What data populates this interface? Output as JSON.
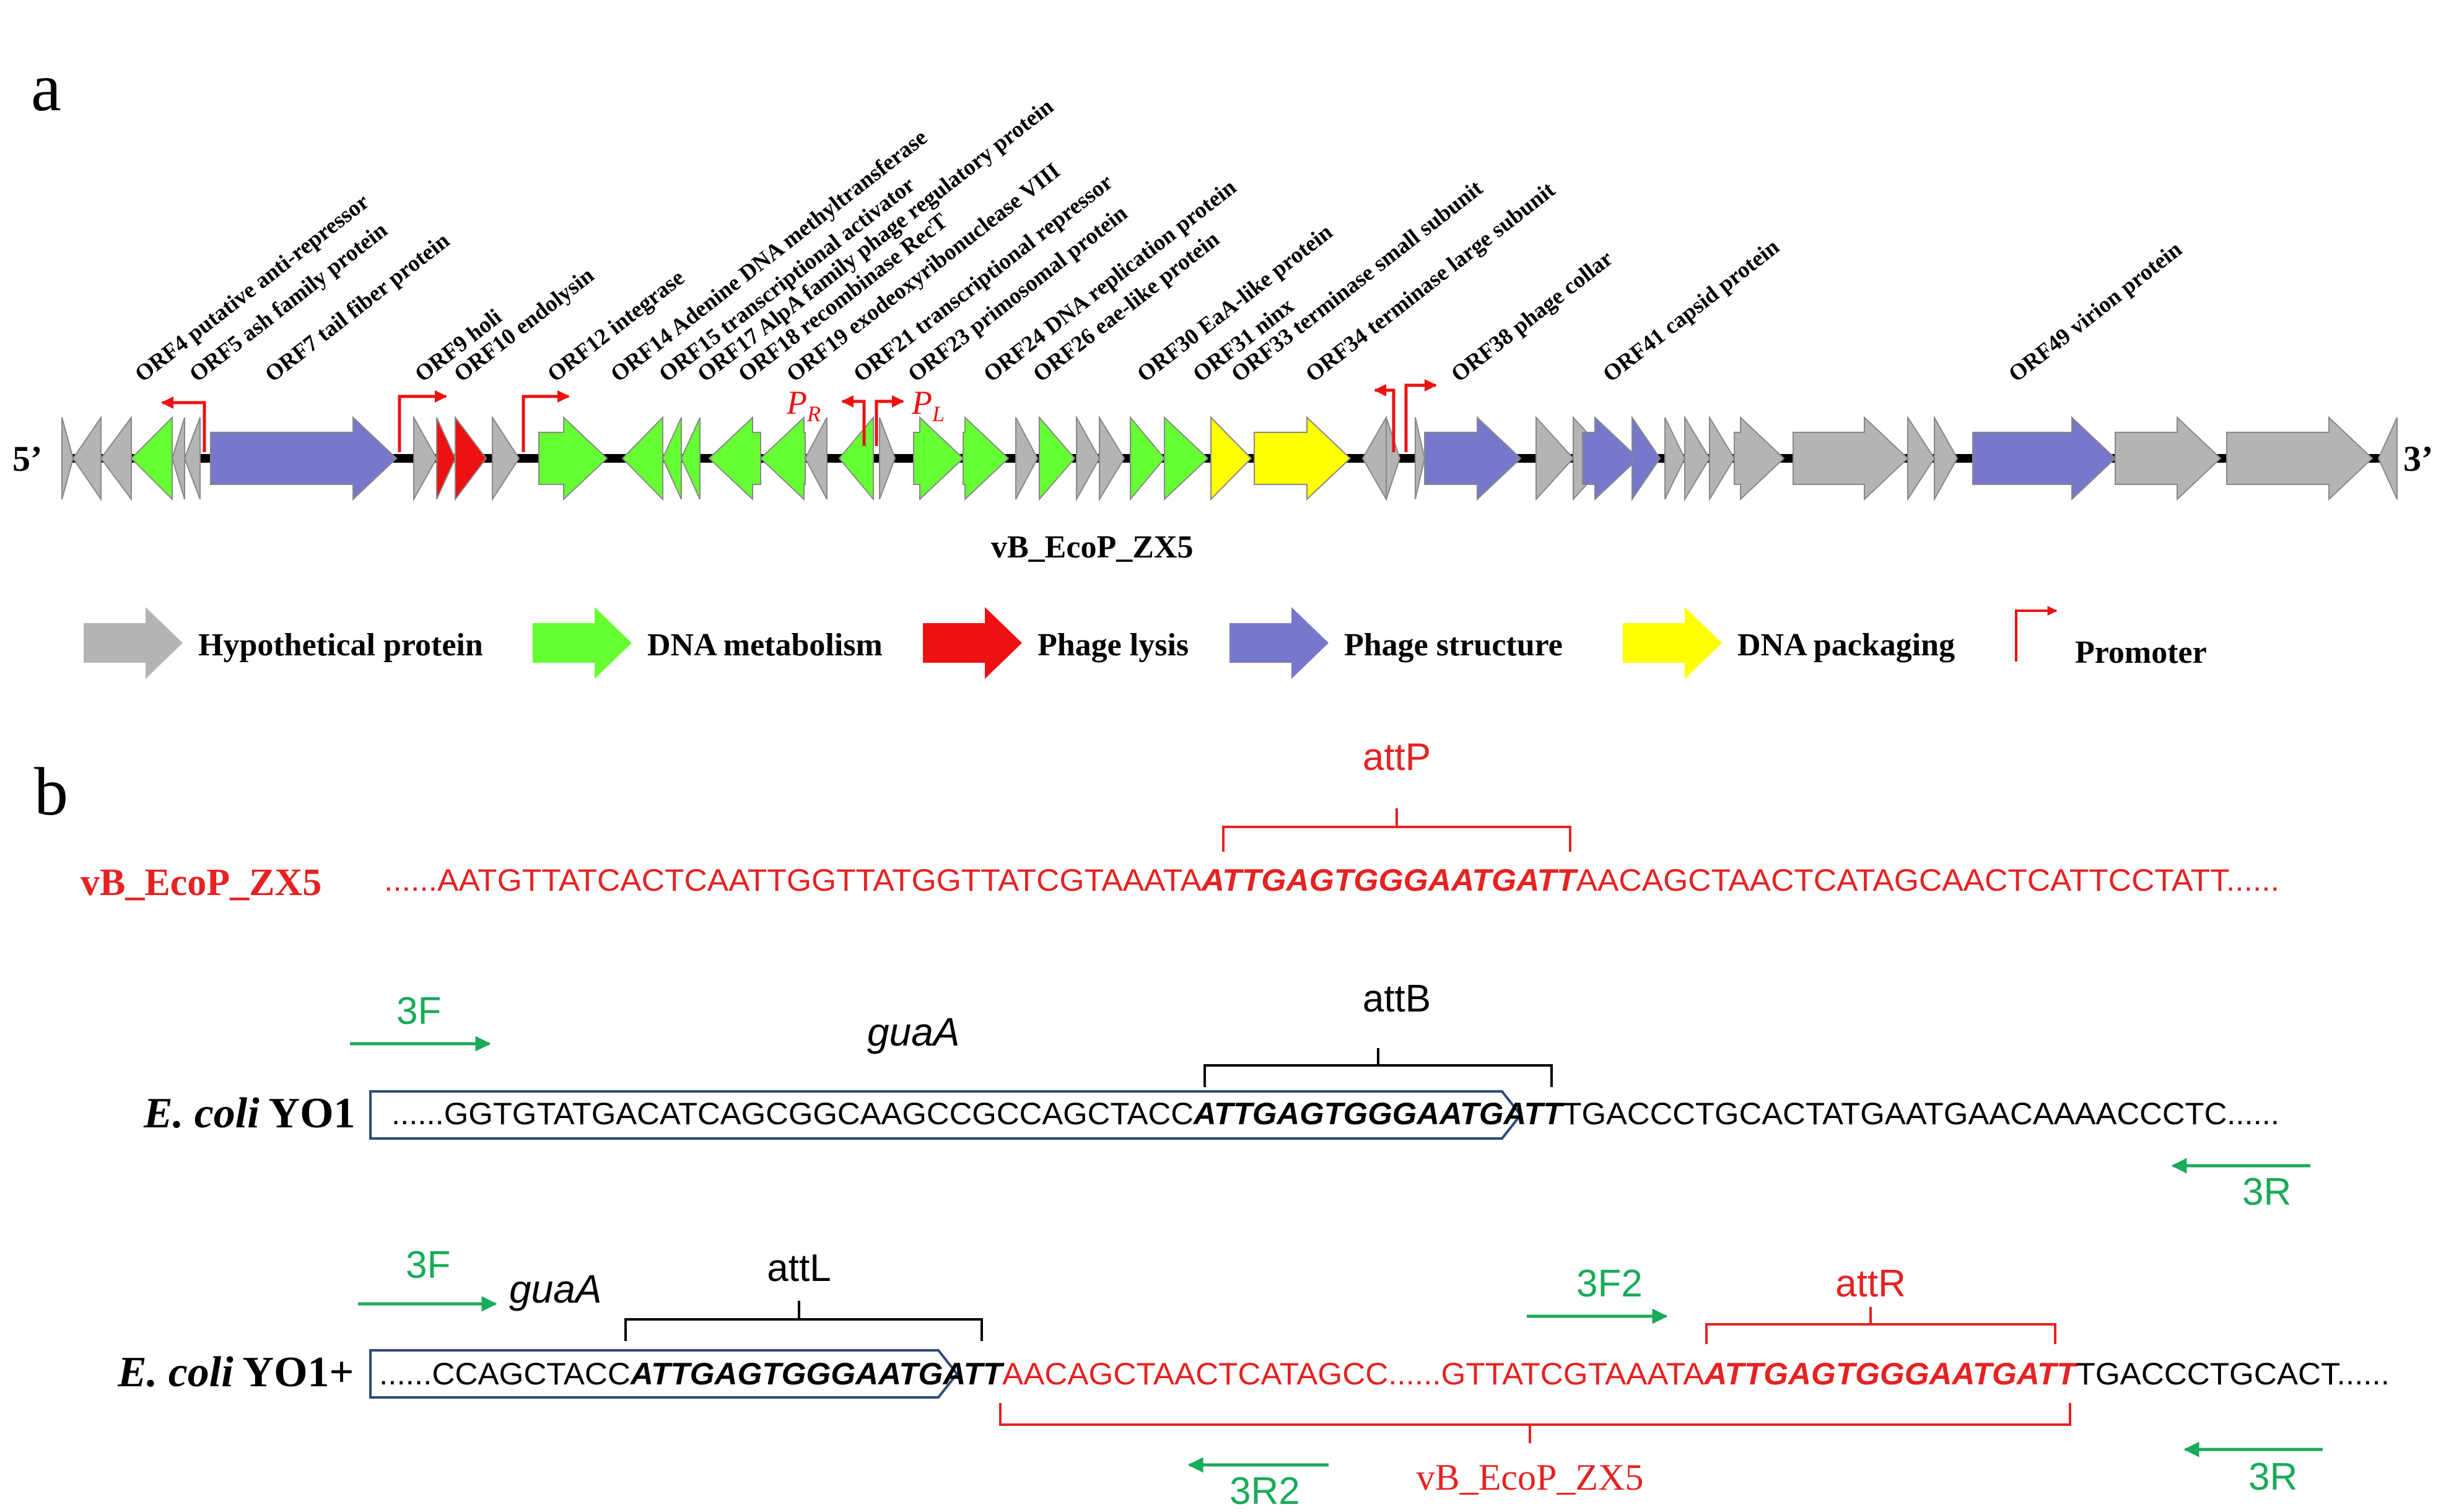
{
  "colors": {
    "hypothetical": "#b4b4b4",
    "dna_metabolism": "#66ff33",
    "phage_lysis": "#ee1111",
    "phage_structure": "#7777cc",
    "dna_packaging": "#ffff00",
    "promoter": "#ee1111",
    "phage_seq": "#e52222",
    "primer": "#1aaa5a",
    "text": "#000000"
  },
  "panel_a": {
    "label": "a",
    "five_prime": "5’",
    "three_prime": "3’",
    "genome_name": "vB_EcoP_ZX5",
    "pr_label": "P",
    "pr_sub": "R",
    "pl_label": "P",
    "pl_sub": "L",
    "orf_labels": [
      "ORF4 putative anti-repressor",
      "ORF5 ash family protein",
      "ORF7 tail fiber protein",
      "ORF9 holi",
      "ORF10 endolysin",
      "ORF12 integrase",
      "ORF14 Adenine DNA methyltransferase",
      "ORF15 transcriptional activator",
      "ORF17 AlpA family phage regulatory protein",
      "ORF18 recombinase RecT",
      "ORF19 exodeoxyribonuclease VIII",
      "ORF21 transcriptional repressor",
      "ORF23 primosomal protein",
      "ORF24 DNA replication protein",
      "ORF26 eae-like protein",
      "ORF30 EaA-like protein",
      "ORF31 ninx",
      "ORF33 terminase small subunit",
      "ORF34 terminase large subunit",
      "ORF38 phage collar",
      "ORF41 capsid protein",
      "ORF49 virion protein"
    ],
    "legend": [
      {
        "label": "Hypothetical protein",
        "color": "#b4b4b4"
      },
      {
        "label": "DNA metabolism",
        "color": "#66ff33"
      },
      {
        "label": "Phage lysis",
        "color": "#ee1111"
      },
      {
        "label": "Phage structure",
        "color": "#7777cc"
      },
      {
        "label": "DNA packaging",
        "color": "#ffff00"
      },
      {
        "label": "Promoter",
        "color": "#ee1111",
        "shape": "promoter-icon"
      }
    ]
  },
  "panel_b": {
    "label": "b",
    "attP": "attP",
    "attB": "attB",
    "attL": "attL",
    "attR": "attR",
    "guaA": "guaA",
    "phage_row": {
      "name": "vB_EcoP_ZX5",
      "seq_pre": "......AATGTTATCACTCAATTGGTTATGGTTATCGTAAATA",
      "seq_core": "ATTGAGTGGGAATGATT",
      "seq_post": "AACAGCTAACTCATAGCAACTCATTCCTATT......"
    },
    "ecoli_row": {
      "name_italic": "E. coli",
      "name_rest": " YO1",
      "seq_pre": "......GGTGTATGACATCAGCGGCAAGCCGCCAGCTACC",
      "seq_core": "ATTGAGTGGGAATGATT",
      "seq_post": "TGACCCTGCACTATGAATGAACAAAACCCTC......",
      "primer_f": "3F",
      "primer_r": "3R"
    },
    "lysogen_row": {
      "name_italic": "E. coli",
      "name_rest": " YO1+",
      "seq_a": "......CCAGCTACC",
      "seq_core1": "ATTGAGTGGGAATGATT",
      "seq_b": "AACAGCTAACTCATAGCC......GTTATCGTAAATA",
      "seq_core2": "ATTGAGTGGGAATGATT",
      "seq_c": "TGACCCTGCACT......",
      "primer_f": "3F",
      "primer_f2": "3F2",
      "primer_r2": "3R2",
      "primer_r": "3R",
      "insert_label": "vB_EcoP_ZX5"
    }
  }
}
